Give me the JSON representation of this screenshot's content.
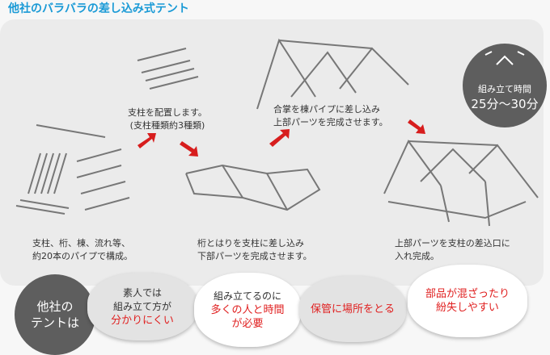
{
  "title": "他社のバラバラの差し込み式テント",
  "steps": [
    {
      "lines": [
        "支柱、桁、棟、流れ等、",
        "約20本のパイプで構成。"
      ]
    },
    {
      "lines": [
        "支柱を配置します。",
        "(支柱種類約3種類)"
      ]
    },
    {
      "lines": [
        "桁とはりを支柱に差し込み",
        "下部パーツを完成させます。"
      ]
    },
    {
      "lines": [
        "合掌を棟パイプに差し込み",
        "上部パーツを完成させます。"
      ]
    },
    {
      "lines": [
        "上部パーツを支柱の差込口に",
        "入れ完成。"
      ]
    }
  ],
  "timer": {
    "label": "組み立て時間",
    "value": "25分〜30分"
  },
  "others": {
    "label": "他社の\nテントは"
  },
  "clouds": [
    {
      "normal": "素人では\n組み立て方が",
      "red": "分かりにくい"
    },
    {
      "normal": "組み立てるのに",
      "red": "多くの人と時間\nが必要"
    },
    {
      "normal": "",
      "red": "保管に場所をとる"
    },
    {
      "normal": "",
      "red": "部品が混ざったり\n紛失しやすい"
    }
  ],
  "colors": {
    "accent": "#1a9ad6",
    "red": "#e02020",
    "dark": "#5e5e5e"
  }
}
